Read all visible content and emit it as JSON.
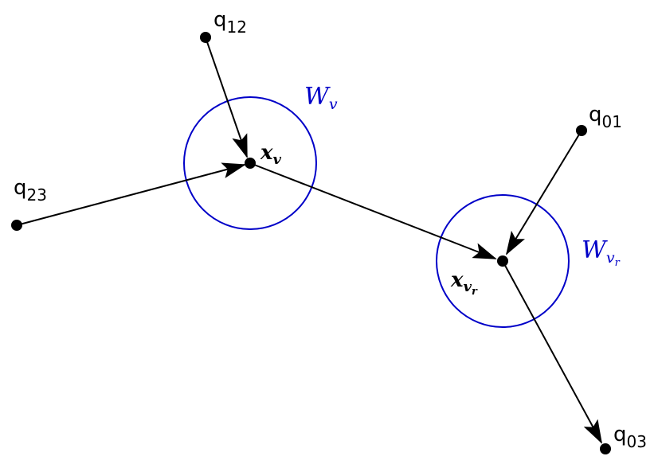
{
  "colors": {
    "window_circle": "#0000c8",
    "lines": "#000000",
    "points": "#000000"
  },
  "points": [
    {
      "id": "q12",
      "label_main": "q",
      "label_sub": "12"
    },
    {
      "id": "q23",
      "label_main": "q",
      "label_sub": "23"
    },
    {
      "id": "q01",
      "label_main": "q",
      "label_sub": "01"
    },
    {
      "id": "q03",
      "label_main": "q",
      "label_sub": "03"
    },
    {
      "id": "xv",
      "label_main": "x",
      "label_sub": "v"
    },
    {
      "id": "xvr",
      "label_main": "x",
      "label_sub": "v",
      "label_subsub": "r"
    }
  ],
  "windows": [
    {
      "id": "Wv",
      "label_main": "W",
      "label_sub": "v"
    },
    {
      "id": "Wvr",
      "label_main": "W",
      "label_sub": "v",
      "label_subsub": "r"
    }
  ]
}
